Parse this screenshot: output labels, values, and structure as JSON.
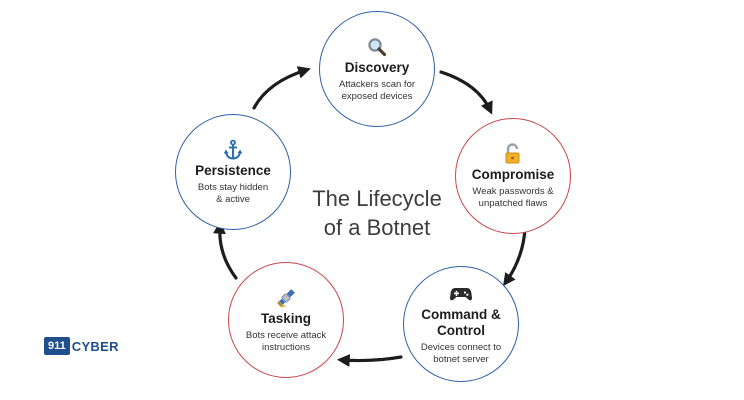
{
  "title": {
    "line1": "The Lifecycle",
    "line2": "of a Botnet"
  },
  "stages": [
    {
      "name": "Discovery",
      "desc1": "Attackers scan for",
      "desc2": "exposed devices",
      "icon": "magnifying-glass-icon"
    },
    {
      "name": "Compromise",
      "desc1": "Weak passwords &",
      "desc2": "unpatched flaws",
      "icon": "open-padlock-icon"
    },
    {
      "name1": "Command &",
      "name2": "Control",
      "desc1": "Devices connect to",
      "desc2": "botnet server",
      "icon": "game-controller-icon"
    },
    {
      "name": "Tasking",
      "desc1": "Bots receive attack",
      "desc2": "instructions",
      "icon": "satellite-icon"
    },
    {
      "name": "Persistence",
      "desc1": "Bots stay hidden",
      "desc2": "& active",
      "icon": "anchor-icon"
    }
  ],
  "logo": {
    "number": "911",
    "word": "CYBER"
  },
  "colors": {
    "blue": "#2f62a8",
    "red": "#c8474a",
    "arrow": "#1d1d1f",
    "brand": "#1e4e8c"
  }
}
